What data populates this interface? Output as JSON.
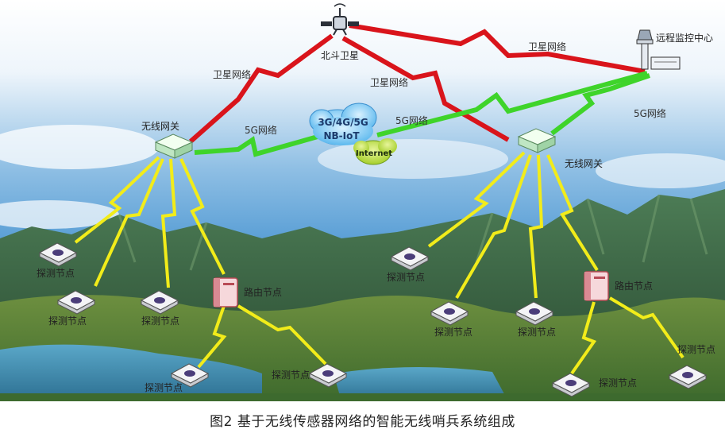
{
  "satellite": {
    "label": "北斗卫星"
  },
  "monitor_center": {
    "label": "远程监控中心"
  },
  "cloud": {
    "line1": "3G/4G/5G",
    "line2": "NB-IoT",
    "internet": "Internet"
  },
  "gateway_left": {
    "label": "无线网关"
  },
  "gateway_right": {
    "label": "无线网关"
  },
  "links": {
    "sat_monitor": "卫星网络",
    "sat_gw_left": "卫星网络",
    "sat_gw_right": "卫星网络",
    "gw_left_cloud": "5G网络",
    "cloud_monitor": "5G网络",
    "gw_right_monitor": "5G网络"
  },
  "router_left": {
    "label": "路由节点"
  },
  "router_right": {
    "label": "路由节点"
  },
  "sensors": {
    "label": "探测节点"
  },
  "caption": "图2  基于无线传感器网络的智能无线哨兵系统组成",
  "colors": {
    "satellite_link": "#d9141b",
    "network_link": "#3fd42a",
    "sensor_link": "#f2ec1a",
    "sky_top": "#d9e9f7",
    "mountain": "#2f5a3a",
    "lake": "#3f86a8"
  }
}
